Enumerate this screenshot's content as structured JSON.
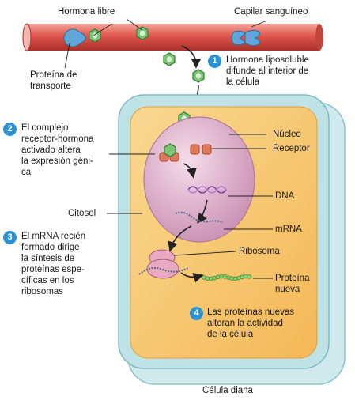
{
  "labels": {
    "free_hormone": "Hormona libre",
    "capillary": "Capilar sanguíneo",
    "transport_protein": "Proteína de\ntransporte",
    "nucleus": "Núcleo",
    "receptor": "Receptor",
    "dna": "DNA",
    "cytosol": "Citosol",
    "mrna": "mRNA",
    "ribosome": "Ribosoma",
    "new_protein": "Proteína\nnueva",
    "target_cell": "Célula diana"
  },
  "steps": [
    {
      "number": "1",
      "text": "Hormona liposoluble\ndifunde al interior de\nla célula"
    },
    {
      "number": "2",
      "text": "El complejo\nreceptor-hormona\nactivado altera\nla expresión géni-\nca"
    },
    {
      "number": "3",
      "text": "El mRNA recién\nformado dirige\nla síntesis de\nproteínas espe-\ncíficas en los\nribosomas"
    },
    {
      "number": "4",
      "text": "Las proteínas nuevas\nalteran la actividad\nde la célula"
    }
  ],
  "colors": {
    "step_badge": "#2a93d5",
    "capillary": "#d9534a",
    "hormone": "#4caf50",
    "cell_membrane": "#9fd3d8",
    "cytosol": "#f7c46a",
    "nucleus": "#d8a9c4",
    "receptor": "#e0785a",
    "transport_protein": "#5fa7d9"
  }
}
